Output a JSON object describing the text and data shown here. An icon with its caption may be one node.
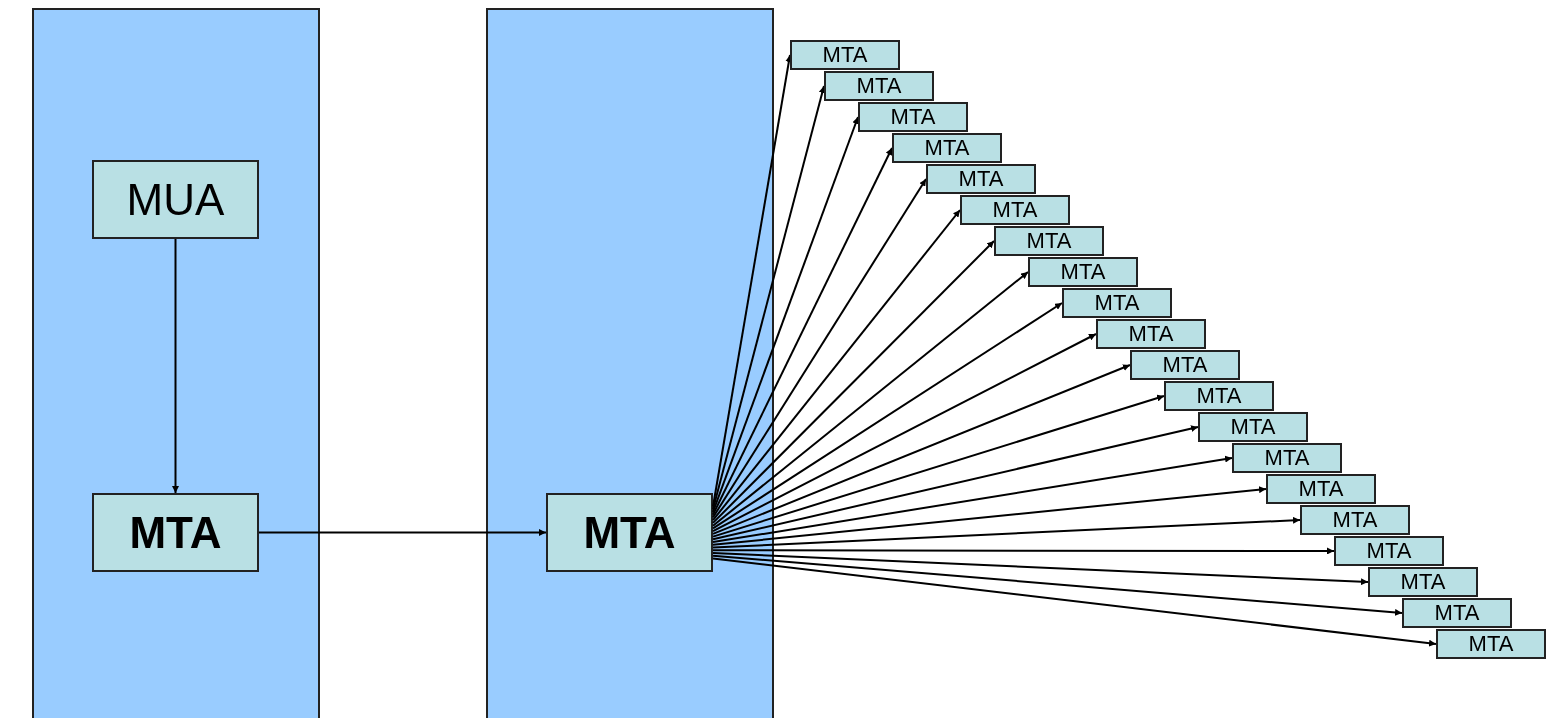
{
  "diagram": {
    "nodes": [
      {
        "text": [],
        "shape": "box"
      },
      {
        "text": [
          "MUA"
        ],
        "in": 0
      },
      {
        "text": [
          "MTA"
        ],
        "in": 0
      },
      {
        "text": [],
        "shape": "box"
      },
      {
        "text": [
          "MTA"
        ],
        "in": 3
      },
      {
        "text": [
          "MTA"
        ]
      },
      {
        "text": [
          "MTA"
        ]
      },
      {
        "text": [
          "MTA"
        ]
      },
      {
        "text": [
          "MTA"
        ]
      },
      {
        "text": [
          "MTA"
        ]
      },
      {
        "text": [
          "MTA"
        ]
      },
      {
        "text": [
          "MTA"
        ]
      },
      {
        "text": [
          "MTA"
        ]
      },
      {
        "text": [
          "MTA"
        ]
      },
      {
        "text": [
          "MTA"
        ]
      },
      {
        "text": [
          "MTA"
        ]
      },
      {
        "text": [
          "MTA"
        ]
      },
      {
        "text": [
          "MTA"
        ]
      },
      {
        "text": [
          "MTA"
        ]
      },
      {
        "text": [
          "MTA"
        ]
      },
      {
        "text": [
          "MTA"
        ]
      },
      {
        "text": [
          "MTA"
        ]
      },
      {
        "text": [
          "MTA"
        ]
      },
      {
        "text": [
          "MTA"
        ]
      },
      {
        "text": [
          "MTA"
        ]
      }
    ],
    "edges": [
      {
        "from": 1,
        "to": 2,
        "arrow": "to"
      },
      {
        "from": 2,
        "to": 4,
        "arrow": "to"
      },
      {
        "from": 4,
        "to": 5,
        "arrow": "to"
      },
      {
        "from": 4,
        "to": 6,
        "arrow": "to"
      },
      {
        "from": 4,
        "to": 7,
        "arrow": "to"
      },
      {
        "from": 4,
        "to": 8,
        "arrow": "to"
      },
      {
        "from": 4,
        "to": 9,
        "arrow": "to"
      },
      {
        "from": 4,
        "to": 10,
        "arrow": "to"
      },
      {
        "from": 4,
        "to": 11,
        "arrow": "to"
      },
      {
        "from": 4,
        "to": 12,
        "arrow": "to"
      },
      {
        "from": 4,
        "to": 13,
        "arrow": "to"
      },
      {
        "from": 4,
        "to": 14,
        "arrow": "to"
      },
      {
        "from": 4,
        "to": 15,
        "arrow": "to"
      },
      {
        "from": 4,
        "to": 16,
        "arrow": "to"
      },
      {
        "from": 4,
        "to": 17,
        "arrow": "to"
      },
      {
        "from": 4,
        "to": 18,
        "arrow": "to"
      },
      {
        "from": 4,
        "to": 19,
        "arrow": "to"
      },
      {
        "from": 4,
        "to": 20,
        "arrow": "to"
      },
      {
        "from": 4,
        "to": 21,
        "arrow": "to"
      },
      {
        "from": 4,
        "to": 22,
        "arrow": "to"
      },
      {
        "from": 4,
        "to": 23,
        "arrow": "to"
      },
      {
        "from": 4,
        "to": 24,
        "arrow": "to"
      }
    ]
  }
}
